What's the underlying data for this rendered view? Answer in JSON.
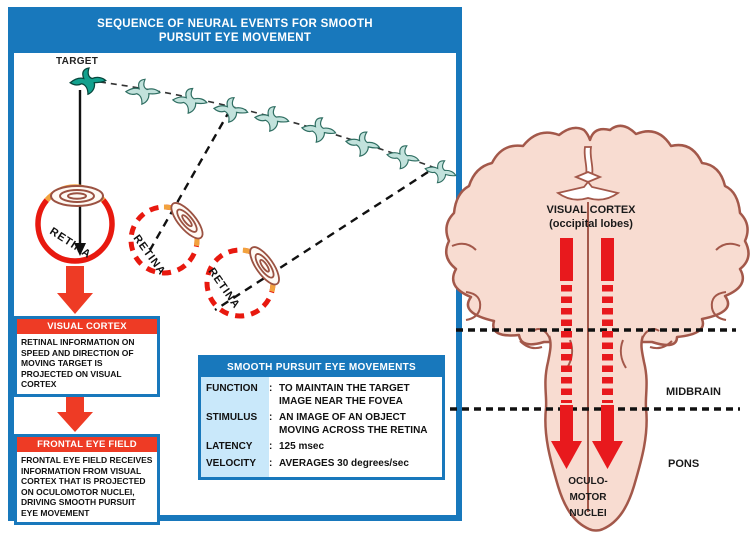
{
  "panel": {
    "title_line1": "SEQUENCE OF NEURAL EVENTS FOR SMOOTH",
    "title_line2": "PURSUIT EYE MOVEMENT",
    "target_label": "TARGET",
    "retina_label": "RETINA",
    "boxes": [
      {
        "header": "VISUAL CORTEX",
        "body": "RETINAL INFORMATION ON SPEED AND DIRECTION OF MOVING TARGET IS PROJECTED ON VISUAL CORTEX"
      },
      {
        "header": "FRONTAL EYE FIELD",
        "body": "FRONTAL EYE FIELD RECEIVES INFORMATION FROM VISUAL CORTEX THAT IS PROJECTED ON OCULOMOTOR NUCLEI, DRIVING SMOOTH PURSUIT EYE MOVEMENT"
      }
    ],
    "table": {
      "title": "SMOOTH PURSUIT EYE MOVEMENTS",
      "rows": [
        {
          "label": "FUNCTION",
          "colon": ":",
          "value": "TO MAINTAIN THE TARGET IMAGE NEAR THE FOVEA"
        },
        {
          "label": "STIMULUS",
          "colon": ":",
          "value": "AN IMAGE OF AN OBJECT MOVING ACROSS THE RETINA"
        },
        {
          "label": "LATENCY",
          "colon": ":",
          "value": "125 msec"
        },
        {
          "label": "VELOCITY",
          "colon": ":",
          "value": "AVERAGES 30 degrees/sec"
        }
      ]
    }
  },
  "brain": {
    "visual_cortex_line1": "VISUAL CORTEX",
    "visual_cortex_line2": "(occipital lobes)",
    "midbrain_label": "MIDBRAIN",
    "pons_label": "PONS",
    "oculomotor_line1": "OCULO-",
    "oculomotor_line2": "MOTOR",
    "oculomotor_line3": "NUCLEI"
  },
  "colors": {
    "panel_blue": "#1878bc",
    "box_red": "#ee3b25",
    "table_label_bg": "#c9e8fa",
    "brain_fill": "#f8dcd1",
    "brain_outline": "#a3584a",
    "tract_red": "#e8191d",
    "bird_dark": "#12a18e",
    "bird_light": "#c2e2dc",
    "eye_orange": "#f2a23e",
    "eye_red": "#e8190f"
  }
}
